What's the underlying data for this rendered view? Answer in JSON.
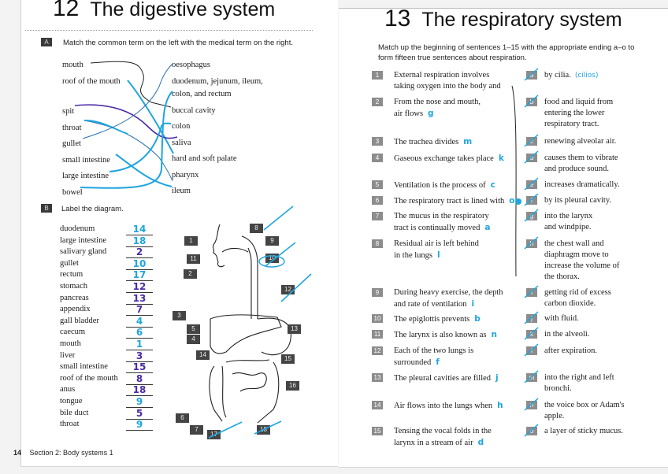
{
  "left_page": {
    "chapter_number": "12",
    "title": "The digestive system",
    "section_a": {
      "badge": "A",
      "instruction": "Match the common term on the left with the medical term on the right.",
      "common_terms": [
        "mouth",
        "roof of the mouth",
        "spit",
        "throat",
        "gullet",
        "small intestine",
        "large intestine",
        "bowel"
      ],
      "medical_terms": [
        "oesophagus",
        "duodenum, jejunum, ileum,",
        "colon, and rectum",
        "buccal cavity",
        "colon",
        "saliva",
        "hard and soft palate",
        "pharynx",
        "ileum"
      ]
    },
    "section_b": {
      "badge": "B",
      "instruction": "Label the diagram.",
      "items": [
        {
          "term": "duodenum",
          "answer": "14",
          "ink": "blue"
        },
        {
          "term": "large intestine",
          "answer": "18",
          "ink": "blue"
        },
        {
          "term": "salivary gland",
          "answer": "2",
          "ink": "purple"
        },
        {
          "term": "gullet",
          "answer": "10",
          "ink": "blue"
        },
        {
          "term": "rectum",
          "answer": "17",
          "ink": "blue"
        },
        {
          "term": "stomach",
          "answer": "12",
          "ink": "purple"
        },
        {
          "term": "pancreas",
          "answer": "13",
          "ink": "purple"
        },
        {
          "term": "appendix",
          "answer": "7",
          "ink": "purple"
        },
        {
          "term": "gall bladder",
          "answer": "4",
          "ink": "blue"
        },
        {
          "term": "caecum",
          "answer": "6",
          "ink": "blue"
        },
        {
          "term": "mouth",
          "answer": "1",
          "ink": "blue"
        },
        {
          "term": "liver",
          "answer": "3",
          "ink": "purple"
        },
        {
          "term": "small intestine",
          "answer": "15",
          "ink": "purple"
        },
        {
          "term": "roof of the mouth",
          "answer": "8",
          "ink": "purple"
        },
        {
          "term": "anus",
          "answer": "18",
          "ink": "purple"
        },
        {
          "term": "tongue",
          "answer": "9",
          "ink": "blue"
        },
        {
          "term": "bile duct",
          "answer": "5",
          "ink": "purple"
        },
        {
          "term": "throat",
          "answer": "9",
          "ink": "blue"
        }
      ],
      "diagram_labels": [
        "1",
        "2",
        "3",
        "4",
        "5",
        "6",
        "7",
        "8",
        "9",
        "10",
        "11",
        "12",
        "13",
        "14",
        "15",
        "16",
        "17",
        "18"
      ]
    },
    "footer": {
      "page_number": "14",
      "section": "Section 2: Body systems 1"
    }
  },
  "right_page": {
    "chapter_number": "13",
    "title": "The respiratory system",
    "instruction_line1": "Match up the beginning of sentences 1–15 with the appropriate ending a–o to",
    "instruction_line2": "form fifteen true sentences about respiration.",
    "beginnings": [
      {
        "n": "1",
        "l1": "External respiration involves",
        "l2": "taking oxygen into the body and",
        "answer": ""
      },
      {
        "n": "2",
        "l1": "From the nose and mouth,",
        "l2": "air flows",
        "answer": "g"
      },
      {
        "n": "3",
        "l1": "The trachea divides",
        "l2": "",
        "answer": "m"
      },
      {
        "n": "4",
        "l1": "Gaseous exchange takes place",
        "l2": "",
        "answer": "k"
      },
      {
        "n": "5",
        "l1": "Ventilation is the process of",
        "l2": "",
        "answer": "c"
      },
      {
        "n": "6",
        "l1": "The respiratory tract is lined with",
        "l2": "",
        "answer": "o"
      },
      {
        "n": "7",
        "l1": "The mucus in the respiratory",
        "l2": "tract is continually moved",
        "answer": "a"
      },
      {
        "n": "8",
        "l1": "Residual air is left behind",
        "l2": "in the lungs",
        "answer": "l"
      },
      {
        "n": "9",
        "l1": "During heavy exercise, the depth",
        "l2": "and rate of ventilation",
        "answer": "i"
      },
      {
        "n": "10",
        "l1": "The epiglottis prevents",
        "l2": "",
        "answer": "b"
      },
      {
        "n": "11",
        "l1": "The larynx is also known as",
        "l2": "",
        "answer": "n"
      },
      {
        "n": "12",
        "l1": "Each of the two lungs is",
        "l2": "surrounded",
        "answer": "f"
      },
      {
        "n": "13",
        "l1": "The pleural cavities are filled",
        "l2": "",
        "answer": "j"
      },
      {
        "n": "14",
        "l1": "Air flows into the lungs when",
        "l2": "",
        "answer": "h"
      },
      {
        "n": "15",
        "l1": "Tensing the vocal folds in the",
        "l2": "larynx in a stream of air",
        "answer": "d"
      }
    ],
    "endings": [
      {
        "letter": "a",
        "lines": [
          "by cilia."
        ],
        "note": "(cilios)"
      },
      {
        "letter": "b",
        "lines": [
          "food and liquid from",
          "entering the lower",
          "respiratory tract."
        ]
      },
      {
        "letter": "c",
        "lines": [
          "renewing alveolar air."
        ]
      },
      {
        "letter": "d",
        "lines": [
          "causes them to vibrate",
          "and produce sound."
        ]
      },
      {
        "letter": "e",
        "lines": [
          "increases dramatically."
        ]
      },
      {
        "letter": "f",
        "lines": [
          "by its pleural cavity."
        ]
      },
      {
        "letter": "g",
        "lines": [
          "into the larynx",
          "and windpipe."
        ]
      },
      {
        "letter": "h",
        "lines": [
          "the chest wall and",
          "diaphragm move to",
          "increase the volume of",
          "the thorax."
        ]
      },
      {
        "letter": "i",
        "lines": [
          "getting rid of excess",
          "carbon dioxide."
        ]
      },
      {
        "letter": "j",
        "lines": [
          "with fluid."
        ]
      },
      {
        "letter": "k",
        "lines": [
          "in the alveoli."
        ]
      },
      {
        "letter": "l",
        "lines": [
          "after expiration."
        ]
      },
      {
        "letter": "m",
        "lines": [
          "into the right and left",
          "bronchi."
        ]
      },
      {
        "letter": "n",
        "lines": [
          "the voice box or Adam's",
          "apple."
        ]
      },
      {
        "letter": "o",
        "lines": [
          "a layer of sticky mucus."
        ]
      }
    ]
  },
  "colors": {
    "ink_blue": "#1fa5e0",
    "ink_purple": "#4b2aa8",
    "ink_black": "#222222",
    "badge_dark": "#3a3a3a"
  }
}
